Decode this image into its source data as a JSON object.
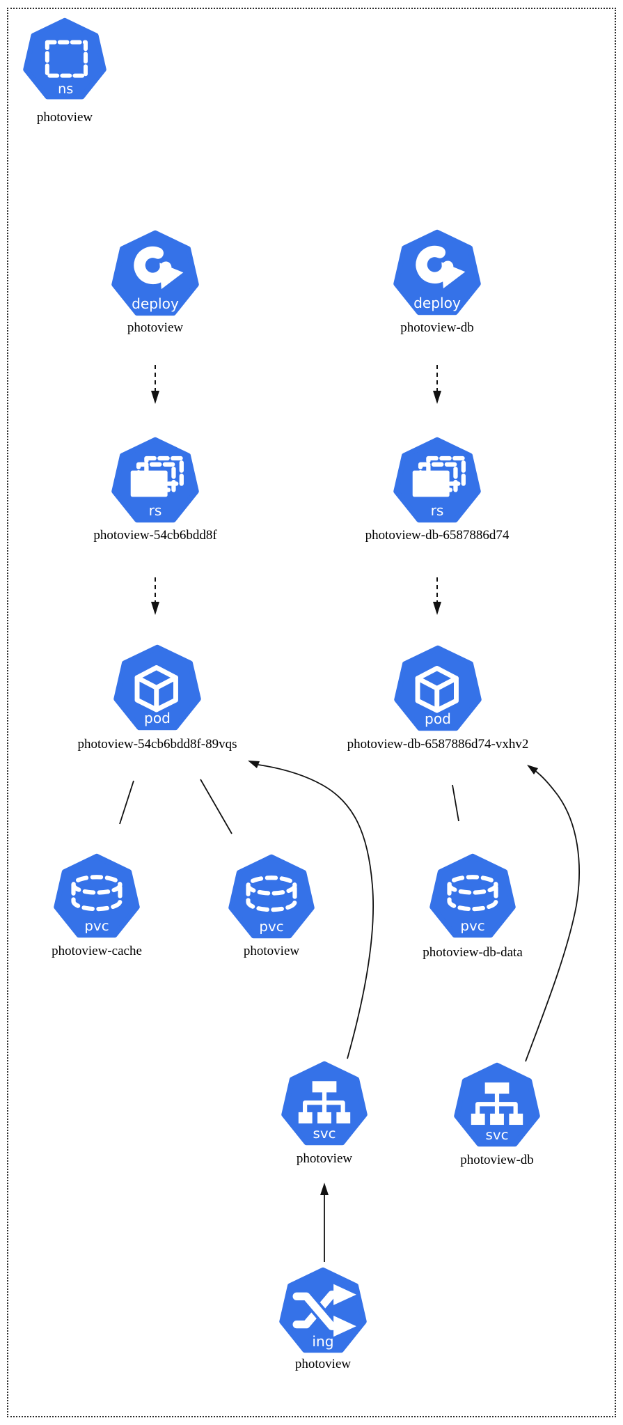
{
  "diagram": {
    "type": "kubernetes-resource-graph",
    "namespace": "photoview",
    "colors": {
      "node_fill": "#3572E8",
      "glyph": "#ffffff",
      "edge": "#111111",
      "label": "#000000",
      "background": "#ffffff",
      "border": "#2b2b2b"
    }
  },
  "nodes": [
    {
      "kind": "ns",
      "label": "photoview"
    },
    {
      "kind": "deploy",
      "label": "photoview"
    },
    {
      "kind": "deploy",
      "label": "photoview-db"
    },
    {
      "kind": "rs",
      "label": "photoview-54cb6bdd8f"
    },
    {
      "kind": "rs",
      "label": "photoview-db-6587886d74"
    },
    {
      "kind": "pod",
      "label": "photoview-54cb6bdd8f-89vqs"
    },
    {
      "kind": "pod",
      "label": "photoview-db-6587886d74-vxhv2"
    },
    {
      "kind": "pvc",
      "label": "photoview-cache"
    },
    {
      "kind": "pvc",
      "label": "photoview"
    },
    {
      "kind": "pvc",
      "label": "photoview-db-data"
    },
    {
      "kind": "svc",
      "label": "photoview"
    },
    {
      "kind": "svc",
      "label": "photoview-db"
    },
    {
      "kind": "ing",
      "label": "photoview"
    }
  ],
  "edges": [
    {
      "from": "deploy:photoview",
      "to": "rs:photoview-54cb6bdd8f",
      "style": "dashed-arrow"
    },
    {
      "from": "deploy:photoview-db",
      "to": "rs:photoview-db-6587886d74",
      "style": "dashed-arrow"
    },
    {
      "from": "rs:photoview-54cb6bdd8f",
      "to": "pod:photoview-54cb6bdd8f-89vqs",
      "style": "dashed-arrow"
    },
    {
      "from": "rs:photoview-db-6587886d74",
      "to": "pod:photoview-db-6587886d74-vxhv2",
      "style": "dashed-arrow"
    },
    {
      "from": "pod:photoview-54cb6bdd8f-89vqs",
      "to": "pvc:photoview-cache",
      "style": "line"
    },
    {
      "from": "pod:photoview-54cb6bdd8f-89vqs",
      "to": "pvc:photoview",
      "style": "line"
    },
    {
      "from": "pod:photoview-db-6587886d74-vxhv2",
      "to": "pvc:photoview-db-data",
      "style": "line"
    },
    {
      "from": "svc:photoview",
      "to": "pod:photoview-54cb6bdd8f-89vqs",
      "style": "curved-arrow"
    },
    {
      "from": "svc:photoview-db",
      "to": "pod:photoview-db-6587886d74-vxhv2",
      "style": "curved-arrow"
    },
    {
      "from": "ing:photoview",
      "to": "svc:photoview",
      "style": "arrow"
    }
  ]
}
